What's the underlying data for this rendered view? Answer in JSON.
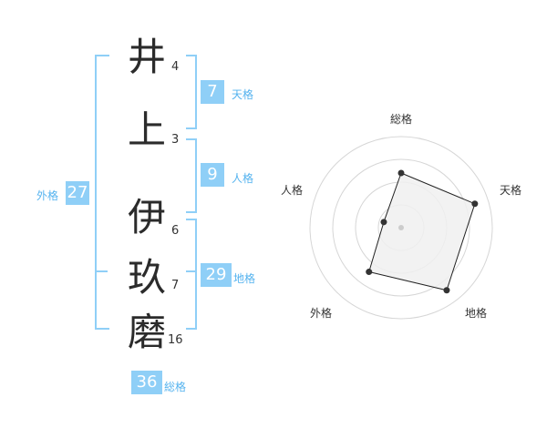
{
  "name_chars": [
    {
      "char": "井",
      "strokes": "4"
    },
    {
      "char": "上",
      "strokes": "3"
    },
    {
      "char": "伊",
      "strokes": "6"
    },
    {
      "char": "玖",
      "strokes": "7"
    },
    {
      "char": "磨",
      "strokes": "16"
    }
  ],
  "fortunes": {
    "ten": {
      "label": "天格",
      "value": "7"
    },
    "jin": {
      "label": "人格",
      "value": "9"
    },
    "chi": {
      "label": "地格",
      "value": "29"
    },
    "gai": {
      "label": "外格",
      "value": "27"
    },
    "sou": {
      "label": "総格",
      "value": "36"
    }
  },
  "colors": {
    "accent": "#8fcff7",
    "accent_text": "#55b3ef",
    "chart_fill": "#f0f0f0",
    "chart_ring": "#d6d6d6"
  },
  "chart_data": {
    "type": "radar",
    "axes": [
      "総格",
      "天格",
      "地格",
      "外格",
      "人格"
    ],
    "values": [
      0.6,
      0.85,
      0.85,
      0.6,
      0.2
    ]
  }
}
